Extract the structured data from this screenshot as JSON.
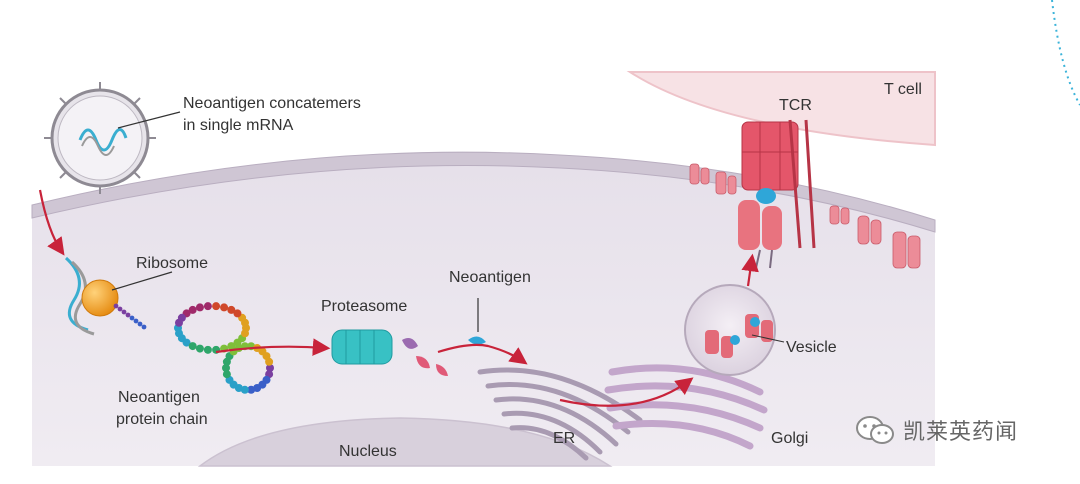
{
  "labels": {
    "mrna": "Neoantigen concatemers\nin single mRNA",
    "mrna_line1": "Neoantigen concatemers",
    "mrna_line2": "in single mRNA",
    "ribosome": "Ribosome",
    "protein_chain_line1": "Neoantigen",
    "protein_chain_line2": "protein chain",
    "proteasome": "Proteasome",
    "neoantigen": "Neoantigen",
    "tcr": "TCR",
    "t_cell": "T cell",
    "vesicle": "Vesicle",
    "er": "ER",
    "golgi": "Golgi",
    "nucleus": "Nucleus"
  },
  "watermark": {
    "text": "凯莱英药闻",
    "icon": "wechat-icon"
  },
  "colors": {
    "arrow": "#c8233a",
    "cell_membrane": "#d9d3dc",
    "cytoplasm": "#ebe6ee",
    "t_cell": "#f7e3e6",
    "mhc": "#e36a78",
    "proteasome": "#38c1c4",
    "ribosome": "#f3a52a",
    "golgi": "#c9a9cf",
    "neoantigen_peptide": "#2fa6d8"
  }
}
